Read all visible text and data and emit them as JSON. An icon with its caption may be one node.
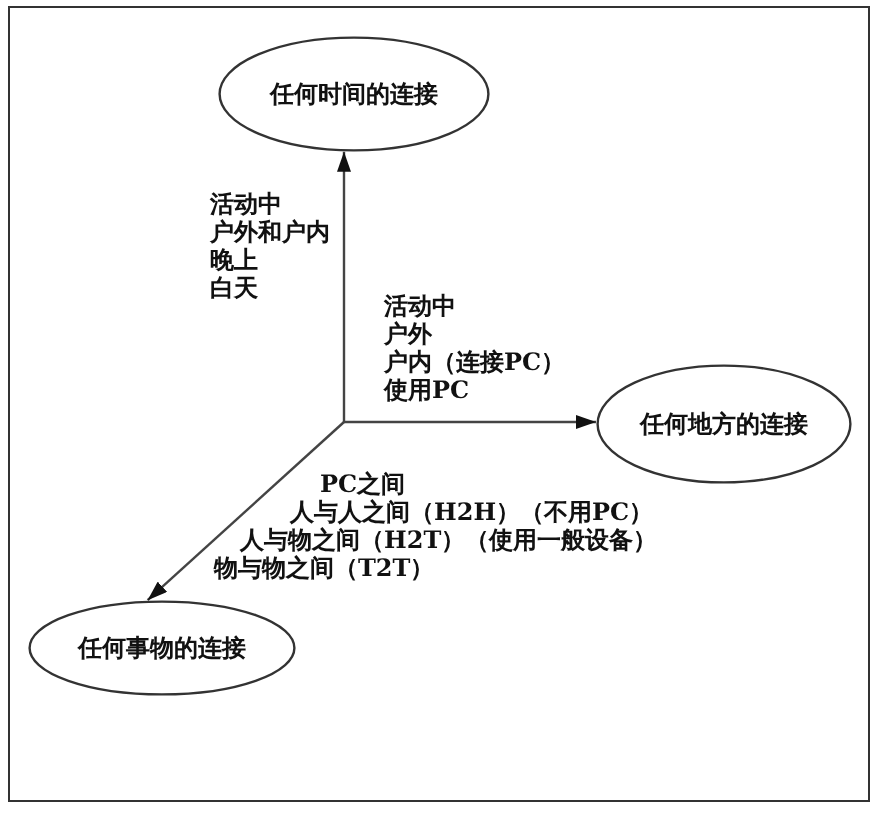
{
  "diagram": {
    "nodes": [
      {
        "text": [
          "任何时间的连接"
        ]
      },
      {
        "text": [
          "任何地方的连接"
        ]
      },
      {
        "text": [
          "任何事物的连接"
        ]
      }
    ],
    "edges": [
      {
        "from": null,
        "to": 0,
        "arrow": "to"
      },
      {
        "from": null,
        "to": 1,
        "arrow": "to"
      },
      {
        "from": null,
        "to": 2,
        "arrow": "to"
      }
    ],
    "labels": [
      "活动中",
      "户外和户内",
      "晚上",
      "白天",
      "活动中",
      "户外",
      "户内（连接PC）",
      "使用PC",
      "PC之间",
      "人与人之间（H2H）（不用PC）",
      "人与物之间（H2T）（使用一般设备）",
      "物与物之间（T2T）"
    ]
  }
}
